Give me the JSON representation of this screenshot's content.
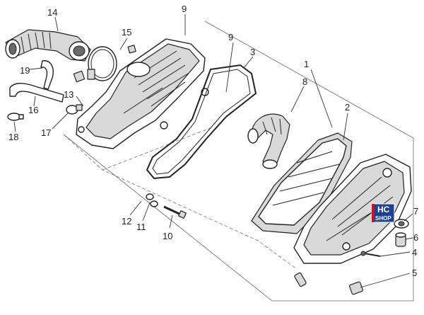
{
  "diagram": {
    "callouts": [
      "1",
      "2",
      "3",
      "4",
      "5",
      "6",
      "7",
      "8",
      "9",
      "9",
      "10",
      "11",
      "12",
      "13",
      "14",
      "15",
      "16",
      "17",
      "18",
      "19"
    ],
    "accent_color": "#1f3f8f",
    "badge_red": "#d01020"
  },
  "badge": {
    "line1": "HC",
    "line2": "SHOP"
  }
}
